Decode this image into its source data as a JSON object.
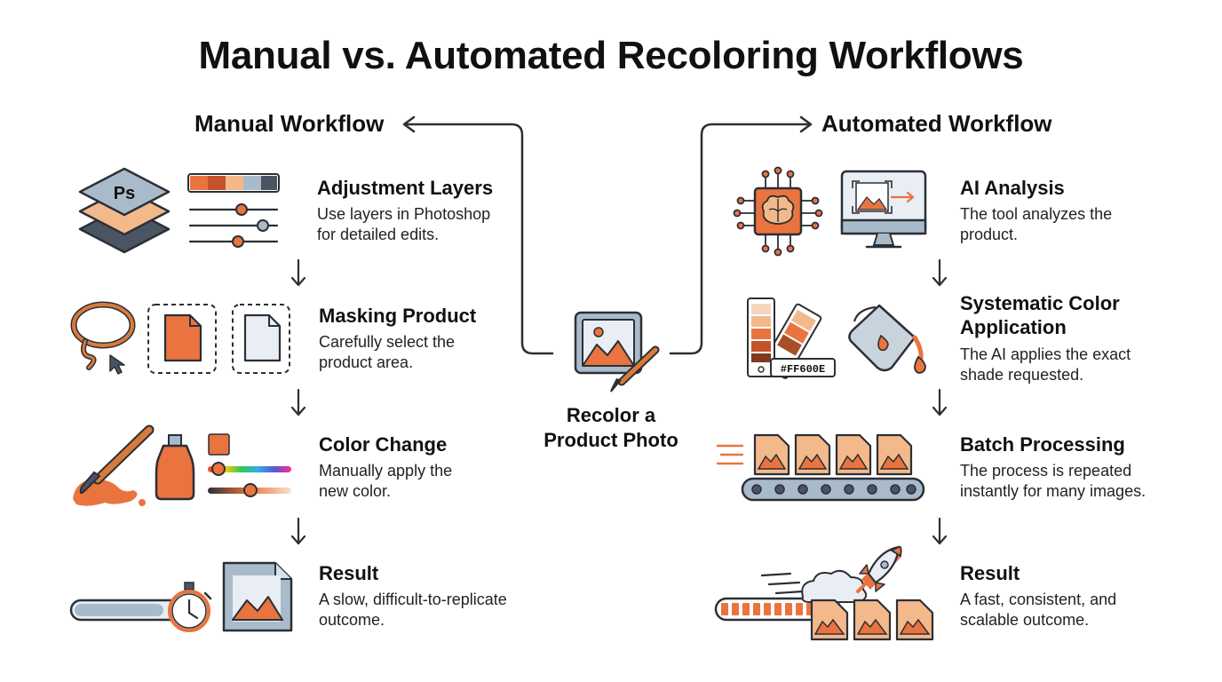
{
  "title": "Manual vs. Automated Recoloring Workflows",
  "center": {
    "label_line1": "Recolor a",
    "label_line2": "Product Photo"
  },
  "manual": {
    "heading": "Manual Workflow",
    "steps": [
      {
        "title": "Adjustment Layers",
        "desc1": "Use layers in Photoshop",
        "desc2": "for detailed edits."
      },
      {
        "title": "Masking Product",
        "desc1": "Carefully select the",
        "desc2": "product area."
      },
      {
        "title": "Color Change",
        "desc1": "Manually apply the",
        "desc2": "new color."
      },
      {
        "title": "Result",
        "desc1": "A slow, difficult-to-replicate",
        "desc2": "outcome."
      }
    ]
  },
  "automated": {
    "heading": "Automated Workflow",
    "steps": [
      {
        "title": "AI Analysis",
        "title2": "",
        "desc1": "The tool analyzes the",
        "desc2": "product."
      },
      {
        "title": "Systematic Color",
        "title2": "Application",
        "desc1": "The AI applies the exact",
        "desc2": "shade requested."
      },
      {
        "title": "Batch Processing",
        "title2": "",
        "desc1": "The process is repeated",
        "desc2": "instantly for many images."
      },
      {
        "title": "Result",
        "title2": "",
        "desc1": "A fast, consistent, and",
        "desc2": "scalable outcome."
      }
    ]
  },
  "icons": {
    "ps_label": "Ps",
    "swatch_code": "#FF600E"
  },
  "colors": {
    "accent": "#E9743F",
    "accent_light": "#F7C9A6",
    "slate": "#4A5563",
    "blue_gray": "#A9BBCB",
    "outline": "#2B2F36"
  }
}
